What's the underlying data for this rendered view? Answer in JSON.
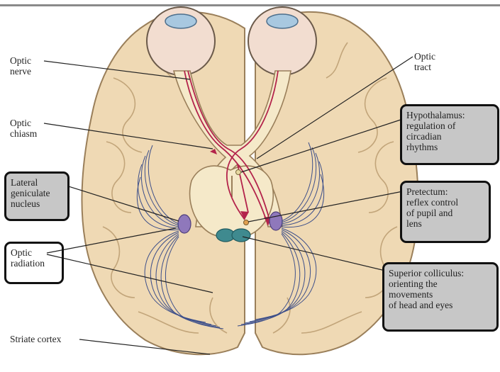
{
  "labels": {
    "optic_nerve": "Optic\nnerve",
    "optic_tract": "Optic\ntract",
    "optic_chiasm": "Optic\nchiasm",
    "hypothalamus": "Hypothalamus:\nregulation of\ncircadian\nrhythms",
    "lateral_geniculate": "Lateral\ngeniculate\nnucleus",
    "pretectum": "Pretectum:\nreflex control\nof pupil and\nlens",
    "optic_radiation": "Optic\nradiation",
    "superior_colliculus": "Superior colliculus:\norienting the\nmovements\nof head and eyes",
    "striate_cortex": "Striate cortex"
  },
  "colors": {
    "brain_fill": "#efd9b4",
    "brain_stroke": "#9a7f5a",
    "pathway_fill": "#f5e9c9",
    "nerve_red": "#b3234b",
    "radiation_blue": "#3d4f8a",
    "lgn_purple": "#8f78bb",
    "colliculus_teal": "#3f8a8f",
    "box_grey": "#c7c7c7"
  }
}
